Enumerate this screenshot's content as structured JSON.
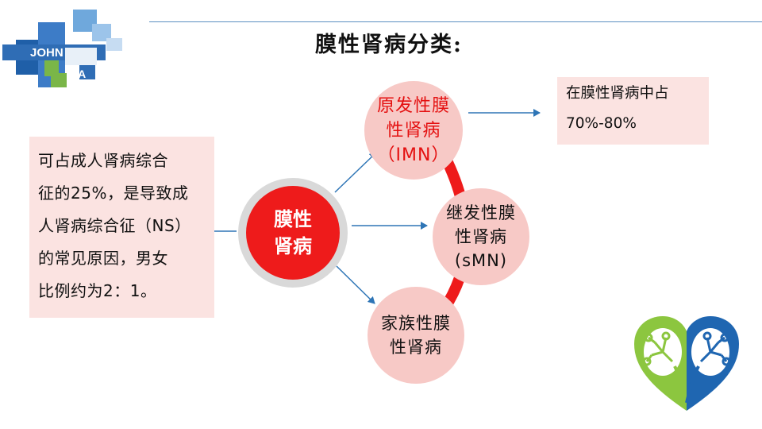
{
  "title": "膜性肾病分类:",
  "logo": {
    "line1": "JOHN",
    "line2": "HA"
  },
  "center": {
    "label": "膜性\n肾病"
  },
  "primary": {
    "label": "原发性膜\n性肾病\n（IMN）"
  },
  "secondary": {
    "label": "继发性膜\n性肾病\n(sMN)"
  },
  "familial": {
    "label": "家族性膜\n性肾病"
  },
  "left_note": {
    "lines": [
      "可占成人肾病综合",
      "征的25%，是导致成",
      "人肾病综合征（NS）",
      "的常见原因，男女",
      "比例约为2：1。"
    ]
  },
  "right_note": {
    "lines": [
      "在膜性肾病中占",
      "70%-80%"
    ]
  },
  "colors": {
    "accent_red": "#ee1b1b",
    "node_pink": "#f7c9c6",
    "arrow_blue": "#2e75b6",
    "note_bg": "#fbe3e1"
  }
}
